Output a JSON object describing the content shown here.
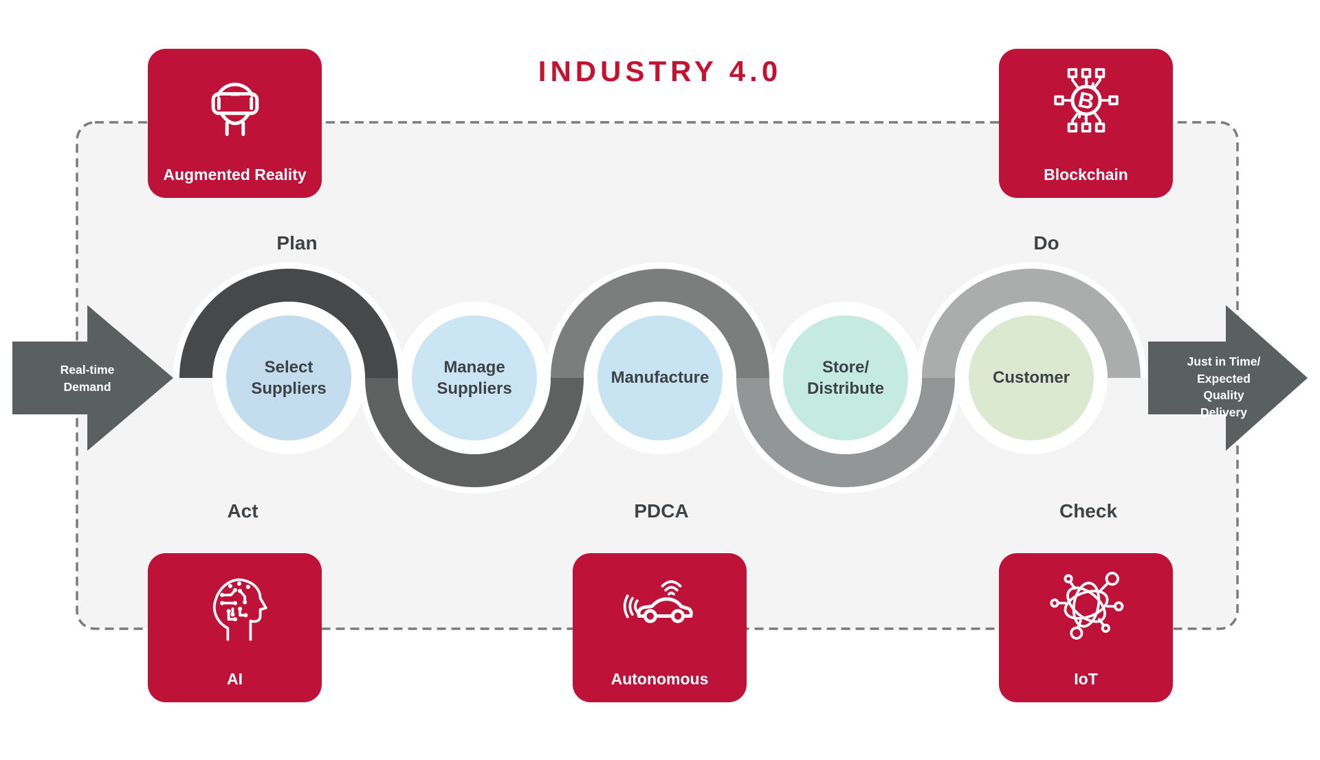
{
  "title": "INDUSTRY 4.0",
  "pdca": {
    "plan": "Plan",
    "do": "Do",
    "act": "Act",
    "check": "Check",
    "cycle": "PDCA"
  },
  "input_arrow": {
    "label": "Real-time\nDemand"
  },
  "output_arrow": {
    "label": "Just in Time/\nExpected Quality\nDelivery"
  },
  "stages": [
    {
      "label": "Select\nSuppliers",
      "color": "#c3dcee"
    },
    {
      "label": "Manage\nSuppliers",
      "color": "#cbe5f4"
    },
    {
      "label": "Manufacture",
      "color": "#c8e4f2"
    },
    {
      "label": "Store/\nDistribute",
      "color": "#c5ebe1"
    },
    {
      "label": "Customer",
      "color": "#dbe9d0"
    }
  ],
  "tech_cards": [
    {
      "id": "augmented-reality",
      "label": "Augmented Reality",
      "icon": "vr-headset-icon"
    },
    {
      "id": "blockchain",
      "label": "Blockchain",
      "icon": "bitcoin-network-icon"
    },
    {
      "id": "ai",
      "label": "AI",
      "icon": "circuit-head-icon"
    },
    {
      "id": "autonomous",
      "label": "Autonomous",
      "icon": "connected-car-icon"
    },
    {
      "id": "iot",
      "label": "IoT",
      "icon": "network-sphere-icon"
    }
  ],
  "blockchain_symbol": "B",
  "colors": {
    "card_red": "#be1238",
    "title_red": "#c41331",
    "arrow_gray": "#5a5f5f",
    "panel_bg": "#f4f4f4",
    "panel_border": "#7b7b7b",
    "snake_segments": [
      "#474849",
      "#5f6161",
      "#7c7e7e",
      "#939696",
      "#abadad"
    ]
  }
}
